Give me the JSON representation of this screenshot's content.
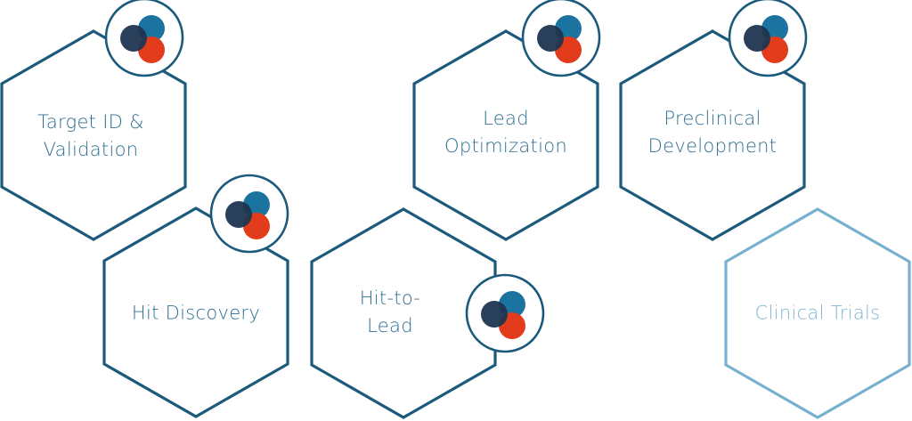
{
  "colors": {
    "stroke": "#1c5a7c",
    "stroke_light": "#78b1d0",
    "navy": "#1f3550",
    "blue": "#1b74a0",
    "red": "#e23c1c"
  },
  "stages": [
    {
      "label": "Target ID & Validation",
      "line1": "Target ID &",
      "line2": "Validation",
      "badge": true,
      "active": true
    },
    {
      "label": "Hit Discovery",
      "line1": "Hit Discovery",
      "line2": "",
      "badge": true,
      "active": true
    },
    {
      "label": "Hit-to-Lead",
      "line1": "Hit-to-",
      "line2": "Lead",
      "badge": true,
      "active": true
    },
    {
      "label": "Lead Optimization",
      "line1": "Lead",
      "line2": "Optimization",
      "badge": true,
      "active": true
    },
    {
      "label": "Preclinical Development",
      "line1": "Preclinical",
      "line2": "Development",
      "badge": true,
      "active": true
    },
    {
      "label": "Clinical Trials",
      "line1": "Clinical Trials",
      "line2": "",
      "badge": false,
      "active": false
    }
  ]
}
